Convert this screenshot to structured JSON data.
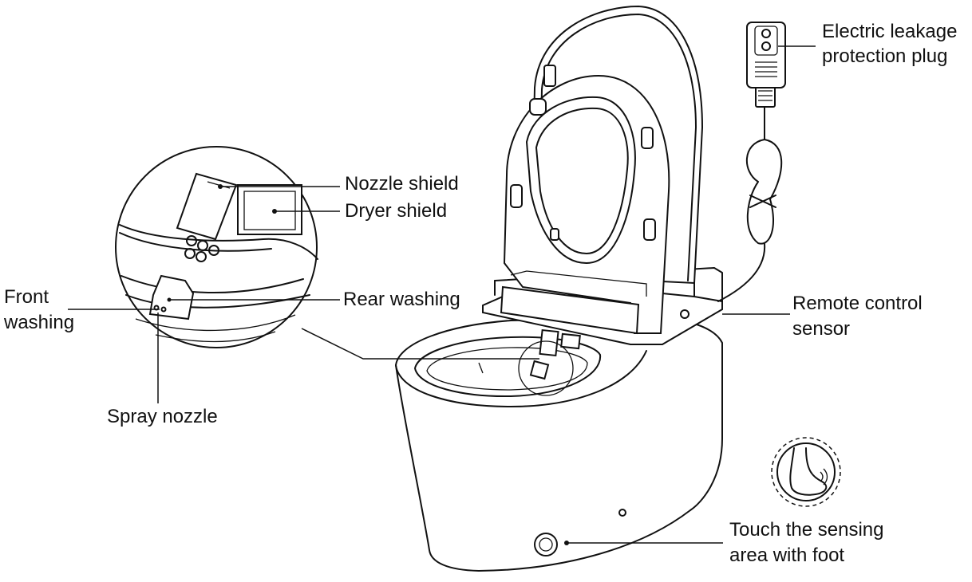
{
  "labels": {
    "electric_leakage": [
      "Electric leakage",
      "protection plug"
    ],
    "nozzle_shield": "Nozzle shield",
    "dryer_shield": "Dryer shield",
    "front_washing": [
      "Front",
      "washing"
    ],
    "rear_washing": "Rear washing",
    "remote_control": [
      "Remote control",
      "sensor"
    ],
    "spray_nozzle": "Spray nozzle",
    "touch_sensing": [
      "Touch the sensing",
      "area with foot"
    ]
  }
}
